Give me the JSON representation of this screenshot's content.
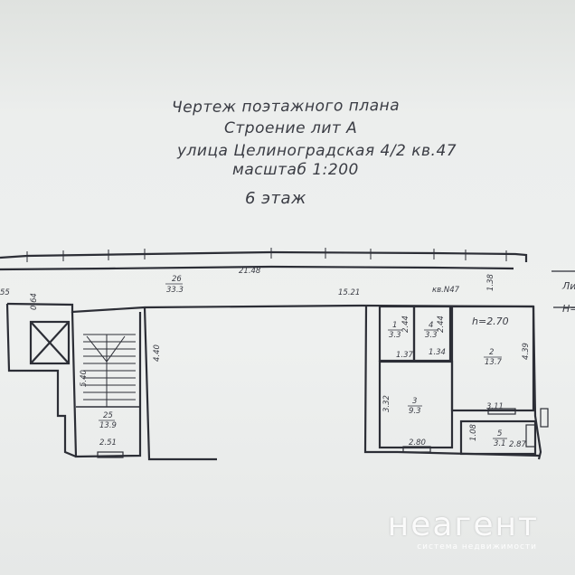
{
  "heading": {
    "line1": "Чертеж поэтажного плана",
    "line2": "Строение лит А",
    "line3": "улица Целиноградская  4/2 кв.47",
    "line4": "масштаб 1:200",
    "floor": "6 этаж"
  },
  "dimensions": {
    "left_edge": "55",
    "d_064": "0.64",
    "d_2148": "21.48",
    "d_1521": "15.21",
    "d_138": "1.38",
    "d_440": "4.40",
    "d_540": "5.40",
    "d_251": "2.51",
    "d_244a": "2.44",
    "d_244b": "2.44",
    "d_137": "1.37",
    "d_134": "1.34",
    "d_439": "4.39",
    "d_311": "3.11",
    "d_332": "3.32",
    "d_280": "2.80",
    "d_108": "1.08",
    "d_287": "2.87",
    "height": "h=2.70",
    "apt": "кв.N47",
    "edge_right_1": "Ли",
    "edge_right_2": "Н="
  },
  "rooms": {
    "r26_num": "26",
    "r26_area": "33.3",
    "r25_num": "25",
    "r25_area": "13.9",
    "r1_num": "1",
    "r1_area": "3.3",
    "r4_num": "4",
    "r4_area": "3.3",
    "r2_num": "2",
    "r2_area": "13.7",
    "r3_num": "3",
    "r3_area": "9.3",
    "r5_num": "5",
    "r5_area": "3.1"
  },
  "watermark": {
    "brand": "неагент",
    "tagline": "система недвижимости"
  }
}
